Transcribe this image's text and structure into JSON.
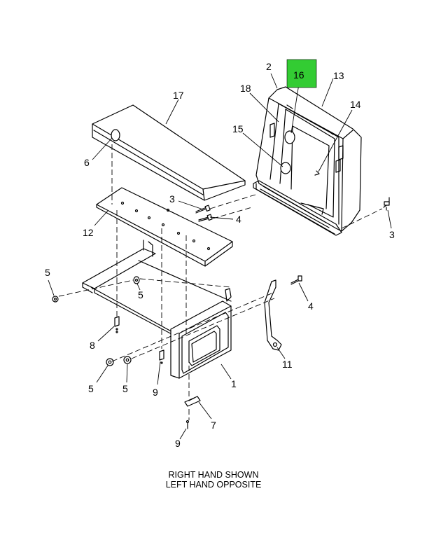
{
  "highlight_color": "#33cc33",
  "callouts": {
    "c1": "1",
    "c2": "2",
    "c3a": "3",
    "c3b": "3",
    "c4a": "4",
    "c4b": "4",
    "c5a": "5",
    "c5b": "5",
    "c5c": "5",
    "c5d": "5",
    "c6": "6",
    "c7": "7",
    "c8": "8",
    "c9a": "9",
    "c9b": "9",
    "c11": "11",
    "c12": "12",
    "c13": "13",
    "c14": "14",
    "c15": "15",
    "c16": "16",
    "c17": "17",
    "c18": "18"
  },
  "caption": {
    "line1": "RIGHT HAND SHOWN",
    "line2": "LEFT HAND OPPOSITE"
  }
}
